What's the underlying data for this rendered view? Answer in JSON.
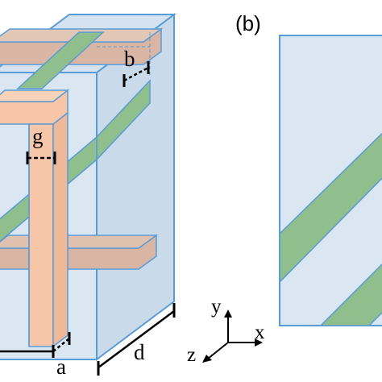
{
  "panels": {
    "b_label": "(b)"
  },
  "dimensions": {
    "a": "a",
    "b": "b",
    "g": "g",
    "d": "d"
  },
  "axes": {
    "x": "x",
    "y": "y",
    "z": "z"
  },
  "colors": {
    "box_fill": "#dae6f1",
    "box_stroke": "#5b9bd5",
    "box_side": "#c9dbea",
    "strip_green": "#8fbf8c",
    "strip_green_stroke": "#5b9bd5",
    "bar_orange": "#f7c6a8",
    "bar_tan": "#d9b6a4",
    "bar_stroke": "#5b9bd5"
  }
}
